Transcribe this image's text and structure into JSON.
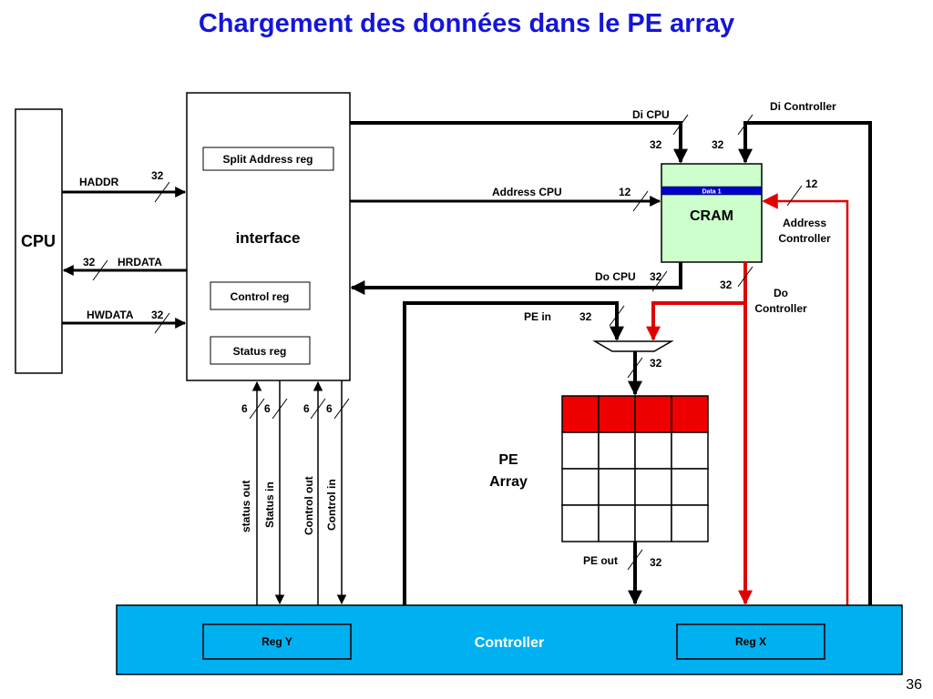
{
  "title": "Chargement des données dans le PE array",
  "slide_number": "36",
  "blocks": {
    "cpu": "CPU",
    "interface": "interface",
    "split_address_reg": "Split Address reg",
    "control_reg": "Control reg",
    "status_reg": "Status reg",
    "cram": "CRAM",
    "cram_data_row": "Data 1",
    "pe_array_line1": "PE",
    "pe_array_line2": "Array",
    "controller": "Controller",
    "reg_y": "Reg Y",
    "reg_x": "Reg X"
  },
  "signals": {
    "haddr": "HADDR",
    "haddr_width": "32",
    "hrdata": "HRDATA",
    "hrdata_width": "32",
    "hwdata": "HWDATA",
    "hwdata_width": "32",
    "di_cpu": "Di CPU",
    "di_cpu_width": "32",
    "di_controller": "Di Controller",
    "di_controller_width": "32",
    "address_cpu": "Address CPU",
    "address_cpu_width": "12",
    "address_controller_width": "12",
    "address_controller_line1": "Address",
    "address_controller_line2": "Controller",
    "do_cpu": "Do CPU",
    "do_cpu_width": "32",
    "do_controller_width": "32",
    "do_controller_line1": "Do",
    "do_controller_line2": "Controller",
    "pe_in": "PE in",
    "pe_in_width": "32",
    "mux_out_width": "32",
    "pe_out": "PE out",
    "pe_out_width": "32",
    "status_out": "status out",
    "status_out_width": "6",
    "status_in": "Status in",
    "status_in_width": "6",
    "control_out": "Control out",
    "control_out_width": "6",
    "control_in": "Control in",
    "control_in_width": "6"
  },
  "pe_grid": {
    "rows": 4,
    "cols": 4,
    "highlighted_row": 0
  },
  "colors": {
    "title": "#1515d8",
    "cram_fill": "#ccffcc",
    "cram_data_row": "#0000cc",
    "controller_fill": "#00b0f0",
    "controller_text": "#ffffff",
    "red_path": "#e00000",
    "pe_highlight": "#ee0000",
    "wire": "#000000"
  }
}
